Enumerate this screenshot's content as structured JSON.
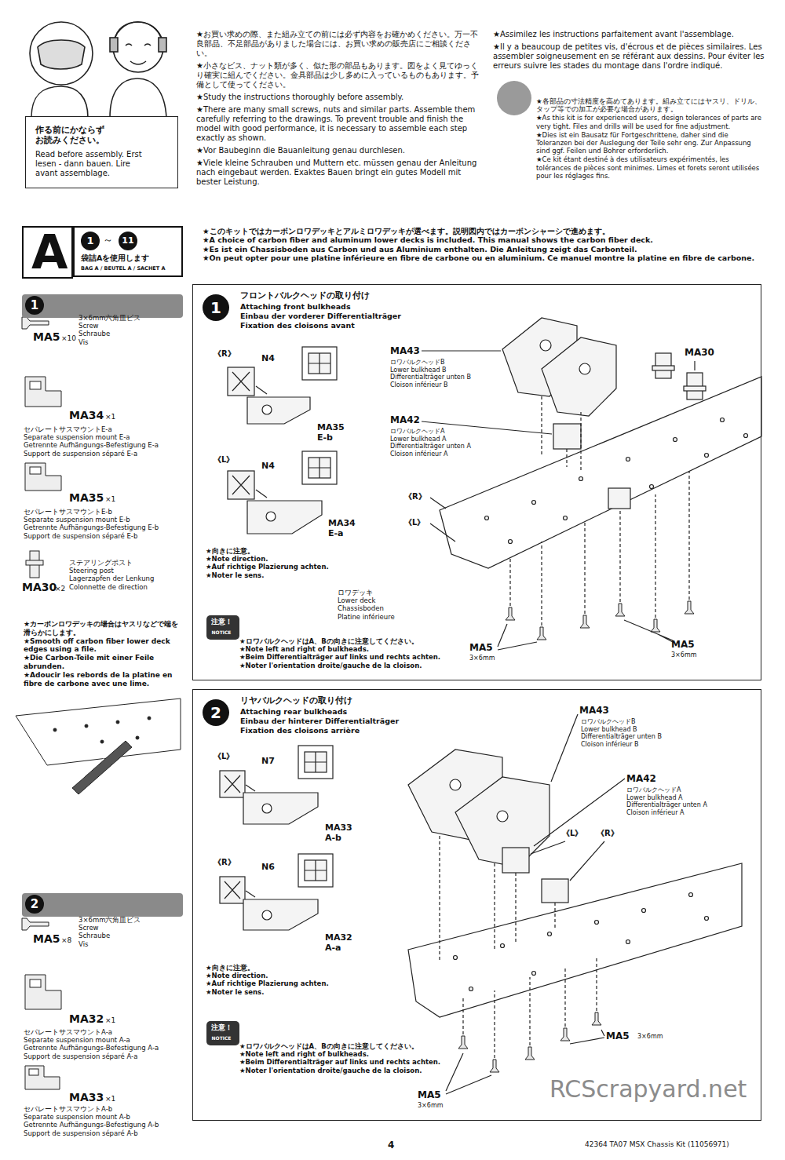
{
  "diagram": {
    "nodes": [
      {
        "text": [
          "作る前にかならず お読みください。",
          "Read before assembly. Erst lesen - dann bauen. Lire avant assemblage."
        ]
      },
      {
        "text": [
          "A"
        ]
      },
      {
        "text": [
          "1",
          "～",
          "11",
          "袋詰Aを使用します",
          "BAG A / BEUTEL A / SACHET A"
        ]
      },
      {
        "text": [
          "1"
        ]
      },
      {
        "text": [
          "1",
          "フロントバルクヘッドの取り付け",
          "Attaching front bulkheads",
          "Einbau der vorderer Differentialträger",
          "Fixation des cloisons avant"
        ]
      },
      {
        "text": [
          "注意！",
          "NOTICE"
        ],
        "in": 4
      },
      {
        "text": [
          "2"
        ]
      },
      {
        "text": [
          "2",
          "リヤバルクヘッドの取り付け",
          "Attaching rear bulkheads",
          "Einbau der hinterer Differentialträger",
          "Fixation des cloisons arrière"
        ]
      },
      {
        "text": [
          "注意！",
          "NOTICE"
        ],
        "in": 7
      }
    ],
    "labels": [
      "★お買い求めの際、また組み立ての前には必ず内容をお確かめください。万一不良部品、不足部品がありました場合には、お買い求めの販売店にご相談ください。",
      "★小さなビス、ナット類が多く、似た形の部品もあります。図をよく見てゆっくり確実に組んでください。金具部品は少し多めに入っているものもあります。予備として使ってください。",
      "★Study the instructions thoroughly before assembly.",
      "★There are many small screws, nuts and similar parts. Assemble them carefully referring to the drawings. To prevent trouble and finish the model with good performance, it is necessary to assemble each step exactly as shown.",
      "★Vor Baubeginn die Bauanleitung genau durchlesen.",
      "★Viele kleine Schrauben und Muttern etc. müssen genau der Anleitung nach eingebaut werden. Exaktes Bauen bringt ein gutes Modell mit bester Leistung.",
      "★Assimilez les instructions parfaitement avant l'assemblage.",
      "★Il y a beaucoup de petites vis, d'écrous et de pièces similaires. Les assembler soigneusement en se référant aux dessins. Pour éviter les erreurs suivre les stades du montage dans l'ordre indiqué.",
      "★各部品の寸法精度を高めてあります。組み立てにはヤスリ、ドリル、タップ等での加工が必要な場合があります。",
      "★As this kit is for experienced users, design tolerances of parts are very tight. Files and drills will be used for fine adjustment.",
      "★Dies ist ein Bausatz für Fortgeschrittene, daher sind die Toleranzen bei der Auslegung der Teile sehr eng. Zur Anpassung sind ggf. Feilen und Bohrer erforderlich.",
      "★Ce kit étant destiné à des utilisateurs expérimentés, les tolérances de pièces sont minimes. Limes et forets seront utilisées pour les réglages fins.",
      "★このキットではカーボンロワデッキとアルミロワデッキが選べます。説明図内ではカーボンシャーシで進めます。",
      "★A choice of carbon fiber and aluminum lower decks is included. This manual shows the carbon fiber deck.",
      "★Es ist ein Chassisboden aus Carbon und aus Aluminium enthalten. Die Anleitung zeigt das Carbonteil.",
      "★On peut opter pour une platine inférieure en fibre de carbone ou en aluminium. Ce manuel montre la platine en fibre de carbone.",
      "MA5",
      "×10",
      "3×6mm六角皿ビス",
      "Screw",
      "Schraube",
      "Vis",
      "MA34",
      "×1",
      "セパレートサスマウントE-a",
      "Separate suspension mount E-a",
      "Getrennte Aufhängungs-Befestigung E-a",
      "Support de suspension séparé E-a",
      "MA35",
      "×1",
      "セパレートサスマウントE-b",
      "Separate suspension mount E-b",
      "Getrennte Aufhängungs-Befestigung E-b",
      "Support de suspension séparé E-b",
      "MA30",
      "×2",
      "ステアリングポスト",
      "Steering post",
      "Lagerzapfen der Lenkung",
      "Colonnette de direction",
      "★カーボンロワデッキの場合はヤスリなどで端を滑らかにします。",
      "★Smooth off carbon fiber lower deck edges using a file.",
      "★Die Carbon-Teile mit einer Feile abrunden.",
      "★Adoucir les rebords de la platine en fibre de carbone avec une lime.",
      "MA5",
      "×8",
      "3×6mm六角皿ビス",
      "Screw",
      "Schraube",
      "Vis",
      "MA32",
      "×1",
      "セパレートサスマウントA-a",
      "Separate suspension mount A-a",
      "Getrennte Aufhängungs-Befestigung A-a",
      "Support de suspension séparé A-a",
      "MA33",
      "×1",
      "セパレートサスマウントA-b",
      "Separate suspension mount A-b",
      "Getrennte Aufhängungs-Befestigung A-b",
      "Support de suspension séparé A-b",
      "《R》",
      "N4",
      "MA35",
      "E-b",
      "《L》",
      "N4",
      "MA34",
      "E-a",
      "★向きに注意。",
      "★Note direction.",
      "★Auf richtige Plazierung achten.",
      "★Noter le sens.",
      "★ロワバルクヘッドはA、Bの向きに注意してください。",
      "★Note left and right of bulkheads.",
      "★Beim Differentialträger auf links und rechts achten.",
      "★Noter l'orientation droite/gauche de la cloison.",
      "MA43",
      "ロワバルクヘッドB",
      "Lower bulkhead B",
      "Differentialträger unten B",
      "Cloison inférieur B",
      "MA42",
      "ロワバルクヘッドA",
      "Lower bulkhead A",
      "Differentialträger unten A",
      "Cloison inférieur A",
      "MA30",
      "《R》",
      "《L》",
      "ロワデッキ",
      "Lower deck",
      "Chassisboden",
      "Platine inférieure",
      "MA5",
      "3×6mm",
      "MA5",
      "3×6mm",
      "《L》",
      "N7",
      "MA33",
      "A-b",
      "《R》",
      "N6",
      "MA32",
      "A-a",
      "★向きに注意。",
      "★Note direction.",
      "★Auf richtige Plazierung achten.",
      "★Noter le sens.",
      "★ロワバルクヘッドはA、Bの向きに注意してください。",
      "★Note left and right of bulkheads.",
      "★Beim Differentialträger auf links und rechts achten.",
      "★Noter l'orientation droite/gauche de la cloison.",
      "MA43",
      "ロワバルクヘッドB",
      "Lower bulkhead B",
      "Differentialträger unten B",
      "Cloison inférieur B",
      "MA42",
      "ロワバルクヘッドA",
      "Lower bulkhead A",
      "Differentialträger unten A",
      "Cloison inférieur A",
      "《L》",
      "《R》",
      "MA5",
      "3×6mm",
      "MA5",
      "3×6mm",
      "4",
      "42364 TA07 MSX Chassis Kit (11056971)",
      "RCScrapyard.net"
    ]
  }
}
